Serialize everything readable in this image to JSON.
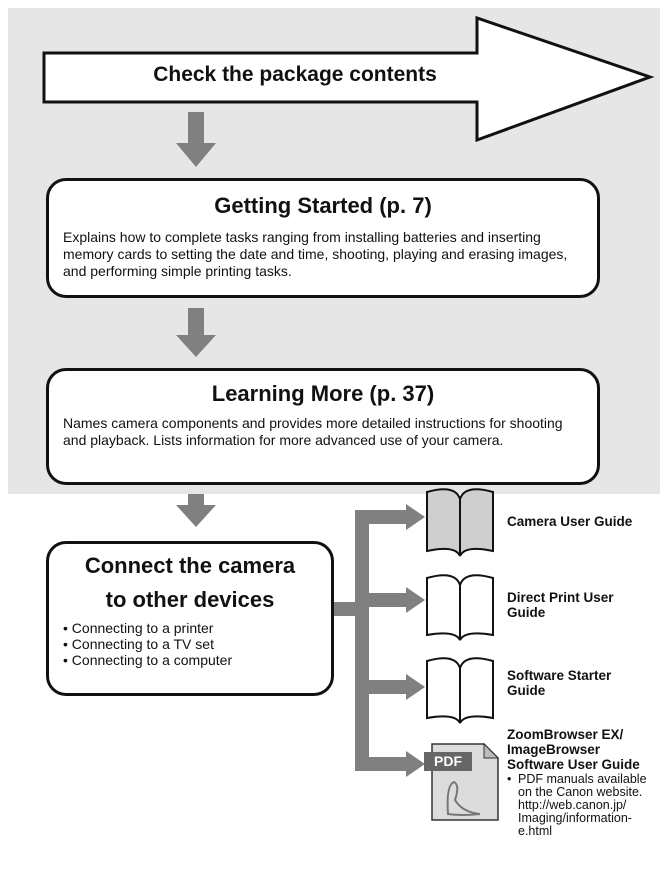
{
  "arrow_banner": {
    "label": "Check the package contents"
  },
  "getting_started": {
    "title": "Getting Started (p. 7)",
    "description": "Explains how to complete tasks ranging from installing batteries and inserting memory cards to setting the date and time, shooting, playing and erasing images, and performing simple printing tasks."
  },
  "learning_more": {
    "title": "Learning More (p. 37)",
    "description": "Names camera components and provides more detailed instructions for shooting and playback. Lists information for more advanced use of your camera."
  },
  "connect": {
    "title_line1": "Connect the camera",
    "title_line2": "to other devices",
    "items": [
      "Connecting to a printer",
      "Connecting to a TV set",
      "Connecting to a computer"
    ]
  },
  "guides": [
    {
      "label": "Camera User Guide",
      "icon": "book-icon-gray"
    },
    {
      "label": "Direct Print User Guide",
      "icon": "book-icon"
    },
    {
      "label": "Software Starter Guide",
      "icon": "book-icon"
    },
    {
      "label": "ZoomBrowser EX/ ImageBrowser Software User Guide",
      "icon": "pdf-document-icon"
    }
  ],
  "pdf_badge": "PDF",
  "pdf_note": "PDF manuals available on the Canon website. http://web.canon.jp/ Imaging/information-e.html",
  "colors": {
    "panel": "#e6e6e6",
    "arrow_gray": "#7f7f7f",
    "border": "#111111"
  }
}
